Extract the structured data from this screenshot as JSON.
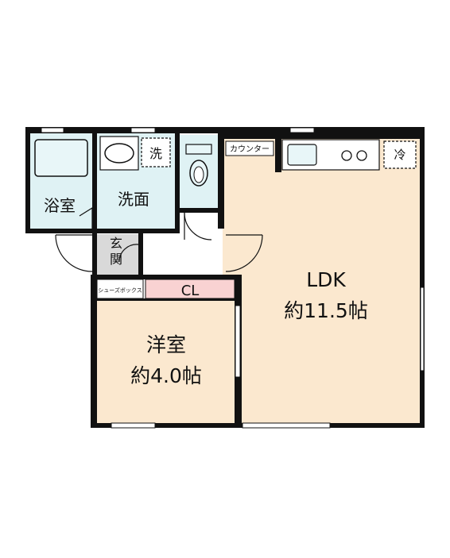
{
  "rooms": {
    "bath": {
      "label": "浴室"
    },
    "washroom": {
      "label": "洗面"
    },
    "laundry": {
      "label": "洗"
    },
    "entrance": {
      "label": "玄関"
    },
    "shoe_box": {
      "label": "シューズボックス"
    },
    "closet": {
      "label": "CL"
    },
    "counter": {
      "label": "カウンター"
    },
    "fridge": {
      "label": "冷"
    },
    "ldk": {
      "name": "LDK",
      "size": "約11.5帖"
    },
    "western": {
      "name": "洋室",
      "size": "約4.0帖"
    }
  },
  "colors": {
    "wall": "#111111",
    "floor_main": "#fbe8cf",
    "floor_wet": "#dff2f4",
    "closet": "#f9d2d2",
    "fixture": "#e8f6f8"
  }
}
